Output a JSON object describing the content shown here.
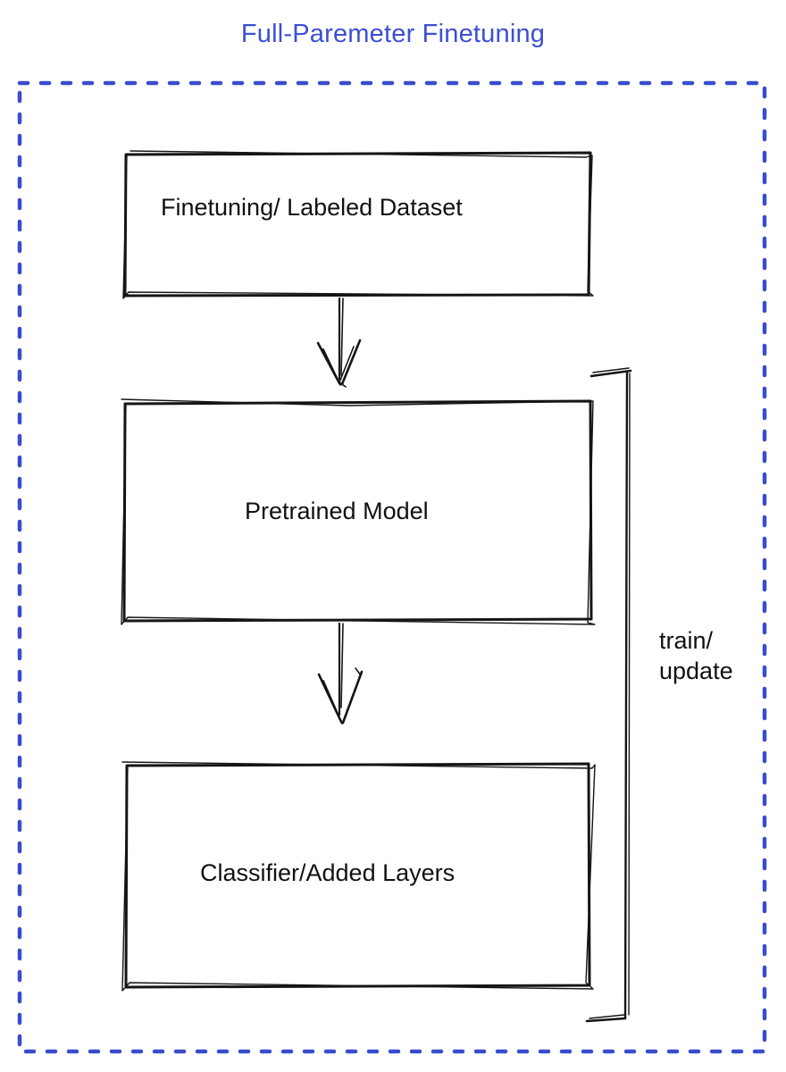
{
  "title": "Full-Paremeter Finetuning",
  "colors": {
    "title": "#3d4fd4",
    "frame": "#3a4ccd",
    "dataset_box": "#8a929d",
    "pretrained_box": "#4a70ec",
    "classifier_box": "#3fba58",
    "ink": "#151515"
  },
  "boxes": {
    "dataset": {
      "label": "Finetuning/ Labeled Dataset"
    },
    "pretrained": {
      "label": "Pretrained Model"
    },
    "classifier": {
      "label": "Classifier/Added Layers"
    }
  },
  "bracket": {
    "line1": "train/",
    "line2": "update"
  }
}
